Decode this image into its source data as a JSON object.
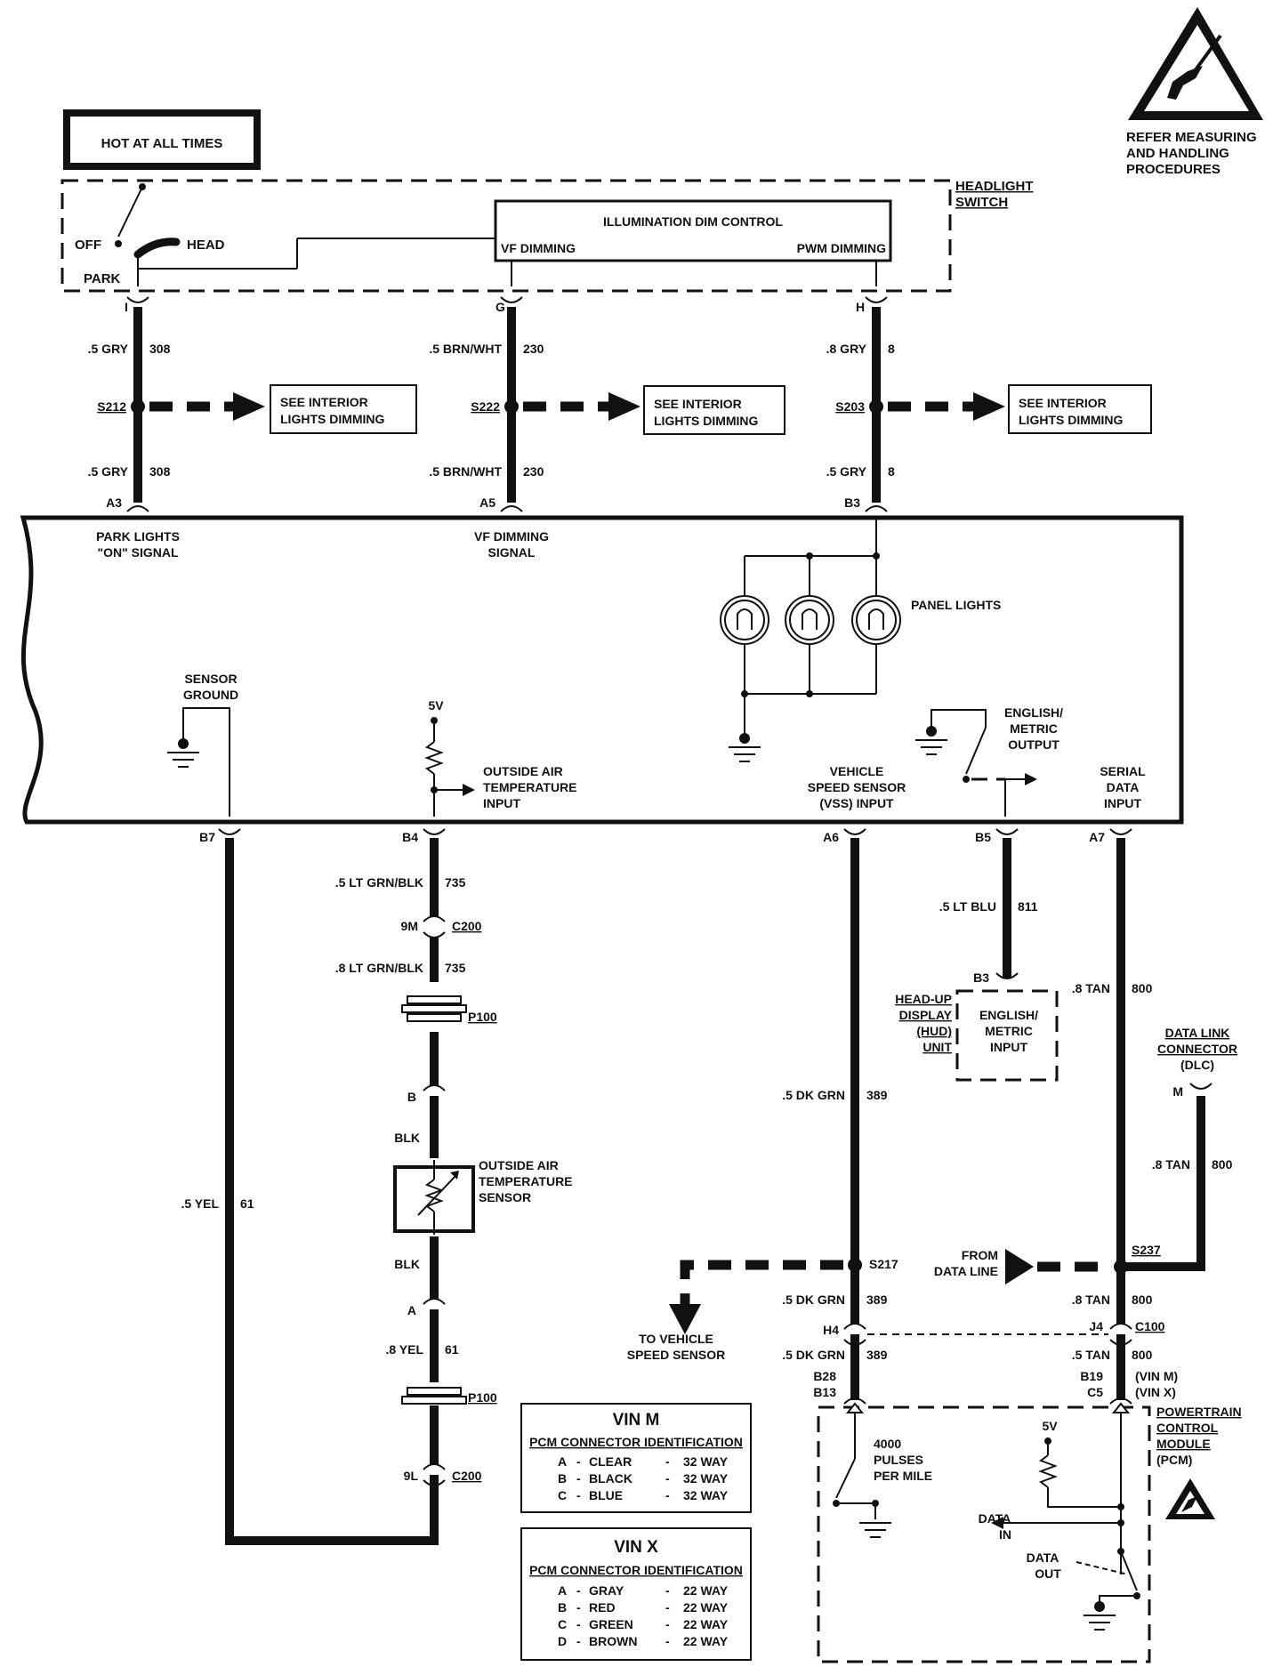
{
  "esd_warning": {
    "icon": "esd-warning-icon",
    "text_lines": [
      "REFER MEASURING",
      "AND HANDLING",
      "PROCEDURES"
    ]
  },
  "hot_at_all_times": "HOT AT ALL TIMES",
  "headlight_switch": {
    "label_lines": [
      "HEADLIGHT",
      "SWITCH"
    ],
    "off": "OFF",
    "head": "HEAD",
    "park": "PARK",
    "dim_control": {
      "title": "ILLUMINATION DIM CONTROL",
      "vf": "VF DIMMING",
      "pwm": "PWM DIMMING"
    }
  },
  "circuits_top": [
    {
      "terminal_top": "I",
      "wire_upper": ".5 GRY",
      "circuit_upper": "308",
      "splice": "S212",
      "wire_lower": ".5 GRY",
      "circuit_lower": "308",
      "terminal_bottom": "A3",
      "see_lines": [
        "SEE INTERIOR",
        "LIGHTS DIMMING"
      ],
      "signal_lines": [
        "PARK LIGHTS",
        "\"ON\" SIGNAL"
      ]
    },
    {
      "terminal_top": "G",
      "wire_upper": ".5 BRN/WHT",
      "circuit_upper": "230",
      "splice": "S222",
      "wire_lower": ".5 BRN/WHT",
      "circuit_lower": "230",
      "terminal_bottom": "A5",
      "see_lines": [
        "SEE INTERIOR",
        "LIGHTS DIMMING"
      ],
      "signal_lines": [
        "VF DIMMING",
        "SIGNAL"
      ]
    },
    {
      "terminal_top": "H",
      "wire_upper": ".8 GRY",
      "circuit_upper": "8",
      "splice": "S203",
      "wire_lower": ".5 GRY",
      "circuit_lower": "8",
      "terminal_bottom": "B3",
      "see_lines": [
        "SEE INTERIOR",
        "LIGHTS DIMMING"
      ],
      "signal_lines": []
    }
  ],
  "cluster": {
    "panel_lights": "PANEL LIGHTS",
    "sensor_ground_lines": [
      "SENSOR",
      "GROUND"
    ],
    "five_v": "5V",
    "oat_input_lines": [
      "OUTSIDE AIR",
      "TEMPERATURE",
      "INPUT"
    ],
    "vss_input_lines": [
      "VEHICLE",
      "SPEED SENSOR",
      "(VSS) INPUT"
    ],
    "eng_metric_output_lines": [
      "ENGLISH/",
      "METRIC",
      "OUTPUT"
    ],
    "serial_data_input_lines": [
      "SERIAL",
      "DATA",
      "INPUT"
    ]
  },
  "bottom_terminals": [
    "B7",
    "B4",
    "A6",
    "B5",
    "A7"
  ],
  "oat_circuit": {
    "w1": ".5 LT GRN/BLK",
    "c1": "735",
    "conn1_pin": "9M",
    "conn1": "C200",
    "w2": ".8 LT GRN/BLK",
    "c2": "735",
    "p100": "P100",
    "pin_b": "B",
    "blk1": "BLK",
    "sensor_lines": [
      "OUTSIDE AIR",
      "TEMPERATURE",
      "SENSOR"
    ],
    "blk2": "BLK",
    "pin_a": "A",
    "w3": ".8 YEL",
    "c3": "61",
    "p100b": "P100",
    "conn2_pin": "9L",
    "conn2": "C200"
  },
  "ground_wire": {
    "wire": ".5 YEL",
    "circuit": "61"
  },
  "hud": {
    "wire": ".5 LT BLU",
    "circuit": "811",
    "terminal": "B3",
    "unit_lines": [
      "HEAD-UP",
      "DISPLAY",
      "(HUD)",
      "UNIT"
    ],
    "input_lines": [
      "ENGLISH/",
      "METRIC",
      "INPUT"
    ]
  },
  "vss_circuit": {
    "wire": ".5 DK GRN",
    "circuit": "389",
    "splice": "S217",
    "to_vss_lines": [
      "TO VEHICLE",
      "SPEED SENSOR"
    ],
    "w2": ".5 DK GRN",
    "c2": "389",
    "pin_c100": "H4",
    "w3": ".5 DK GRN",
    "c3": "389",
    "pcm_pins": [
      "B28",
      "B13"
    ]
  },
  "serial_circuit": {
    "wire": ".8 TAN",
    "circuit": "800",
    "dlc_lines": [
      "DATA LINK",
      "CONNECTOR",
      "(DLC)"
    ],
    "dlc_pin": "M",
    "w_dlc": ".8 TAN",
    "c_dlc": "800",
    "from_data_lines": [
      "FROM",
      "DATA LINE"
    ],
    "splice": "S237",
    "w2": ".8 TAN",
    "c2": "800",
    "pin_c100": "J4",
    "c100": "C100",
    "w3": ".5 TAN",
    "c3": "800",
    "pcm_pins": [
      "B19",
      "C5"
    ],
    "vin_labels": [
      "(VIN M)",
      "(VIN X)"
    ]
  },
  "pcm": {
    "label_lines": [
      "POWERTRAIN",
      "CONTROL",
      "MODULE",
      "(PCM)"
    ],
    "pulses_lines": [
      "4000",
      "PULSES",
      "PER MILE"
    ],
    "five_v": "5V",
    "data_in_lines": [
      "DATA",
      "IN"
    ],
    "data_out_lines": [
      "DATA",
      "OUT"
    ]
  },
  "vin_tables": [
    {
      "title": "VIN M",
      "subtitle": "PCM CONNECTOR IDENTIFICATION",
      "rows": [
        {
          "pin": "A",
          "color": "CLEAR",
          "way": "32 WAY"
        },
        {
          "pin": "B",
          "color": "BLACK",
          "way": "32 WAY"
        },
        {
          "pin": "C",
          "color": "BLUE",
          "way": "32 WAY"
        }
      ]
    },
    {
      "title": "VIN X",
      "subtitle": "PCM CONNECTOR IDENTIFICATION",
      "rows": [
        {
          "pin": "A",
          "color": "GRAY",
          "way": "22 WAY"
        },
        {
          "pin": "B",
          "color": "RED",
          "way": "22 WAY"
        },
        {
          "pin": "C",
          "color": "GREEN",
          "way": "22 WAY"
        },
        {
          "pin": "D",
          "color": "BROWN",
          "way": "22 WAY"
        }
      ]
    }
  ]
}
